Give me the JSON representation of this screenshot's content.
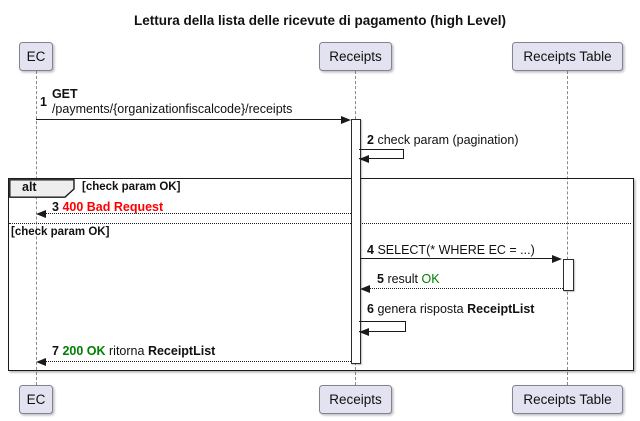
{
  "title": "Lettura della lista delle ricevute di pagamento (high Level)",
  "participants": {
    "ec": "EC",
    "receipts": "Receipts",
    "receipts_table": "Receipts Table"
  },
  "alt_fragment": {
    "operator": "alt",
    "guard_top": "[check param OK]",
    "guard_else": "[check param OK]"
  },
  "messages": {
    "m1": {
      "num": "1",
      "method": "GET",
      "path": "/payments/{organizationfiscalcode}/receipts"
    },
    "m2": {
      "num": "2",
      "text": "check param (pagination)"
    },
    "m3": {
      "num": "3",
      "error_text": "400 Bad Request"
    },
    "m4": {
      "num": "4",
      "text": "SELECT(* WHERE EC = ...)"
    },
    "m5": {
      "num": "5",
      "text": "result",
      "status": "OK"
    },
    "m6": {
      "num": "6",
      "text": "genera risposta",
      "object": "ReceiptList"
    },
    "m7": {
      "num": "7",
      "status": "200 OK",
      "text": "ritorna",
      "object": "ReceiptList"
    }
  },
  "colors": {
    "error": "#ff0000",
    "success": "#008000",
    "participant_fill": "#e2e2f0",
    "frame_label_fill": "#eeeeee"
  }
}
